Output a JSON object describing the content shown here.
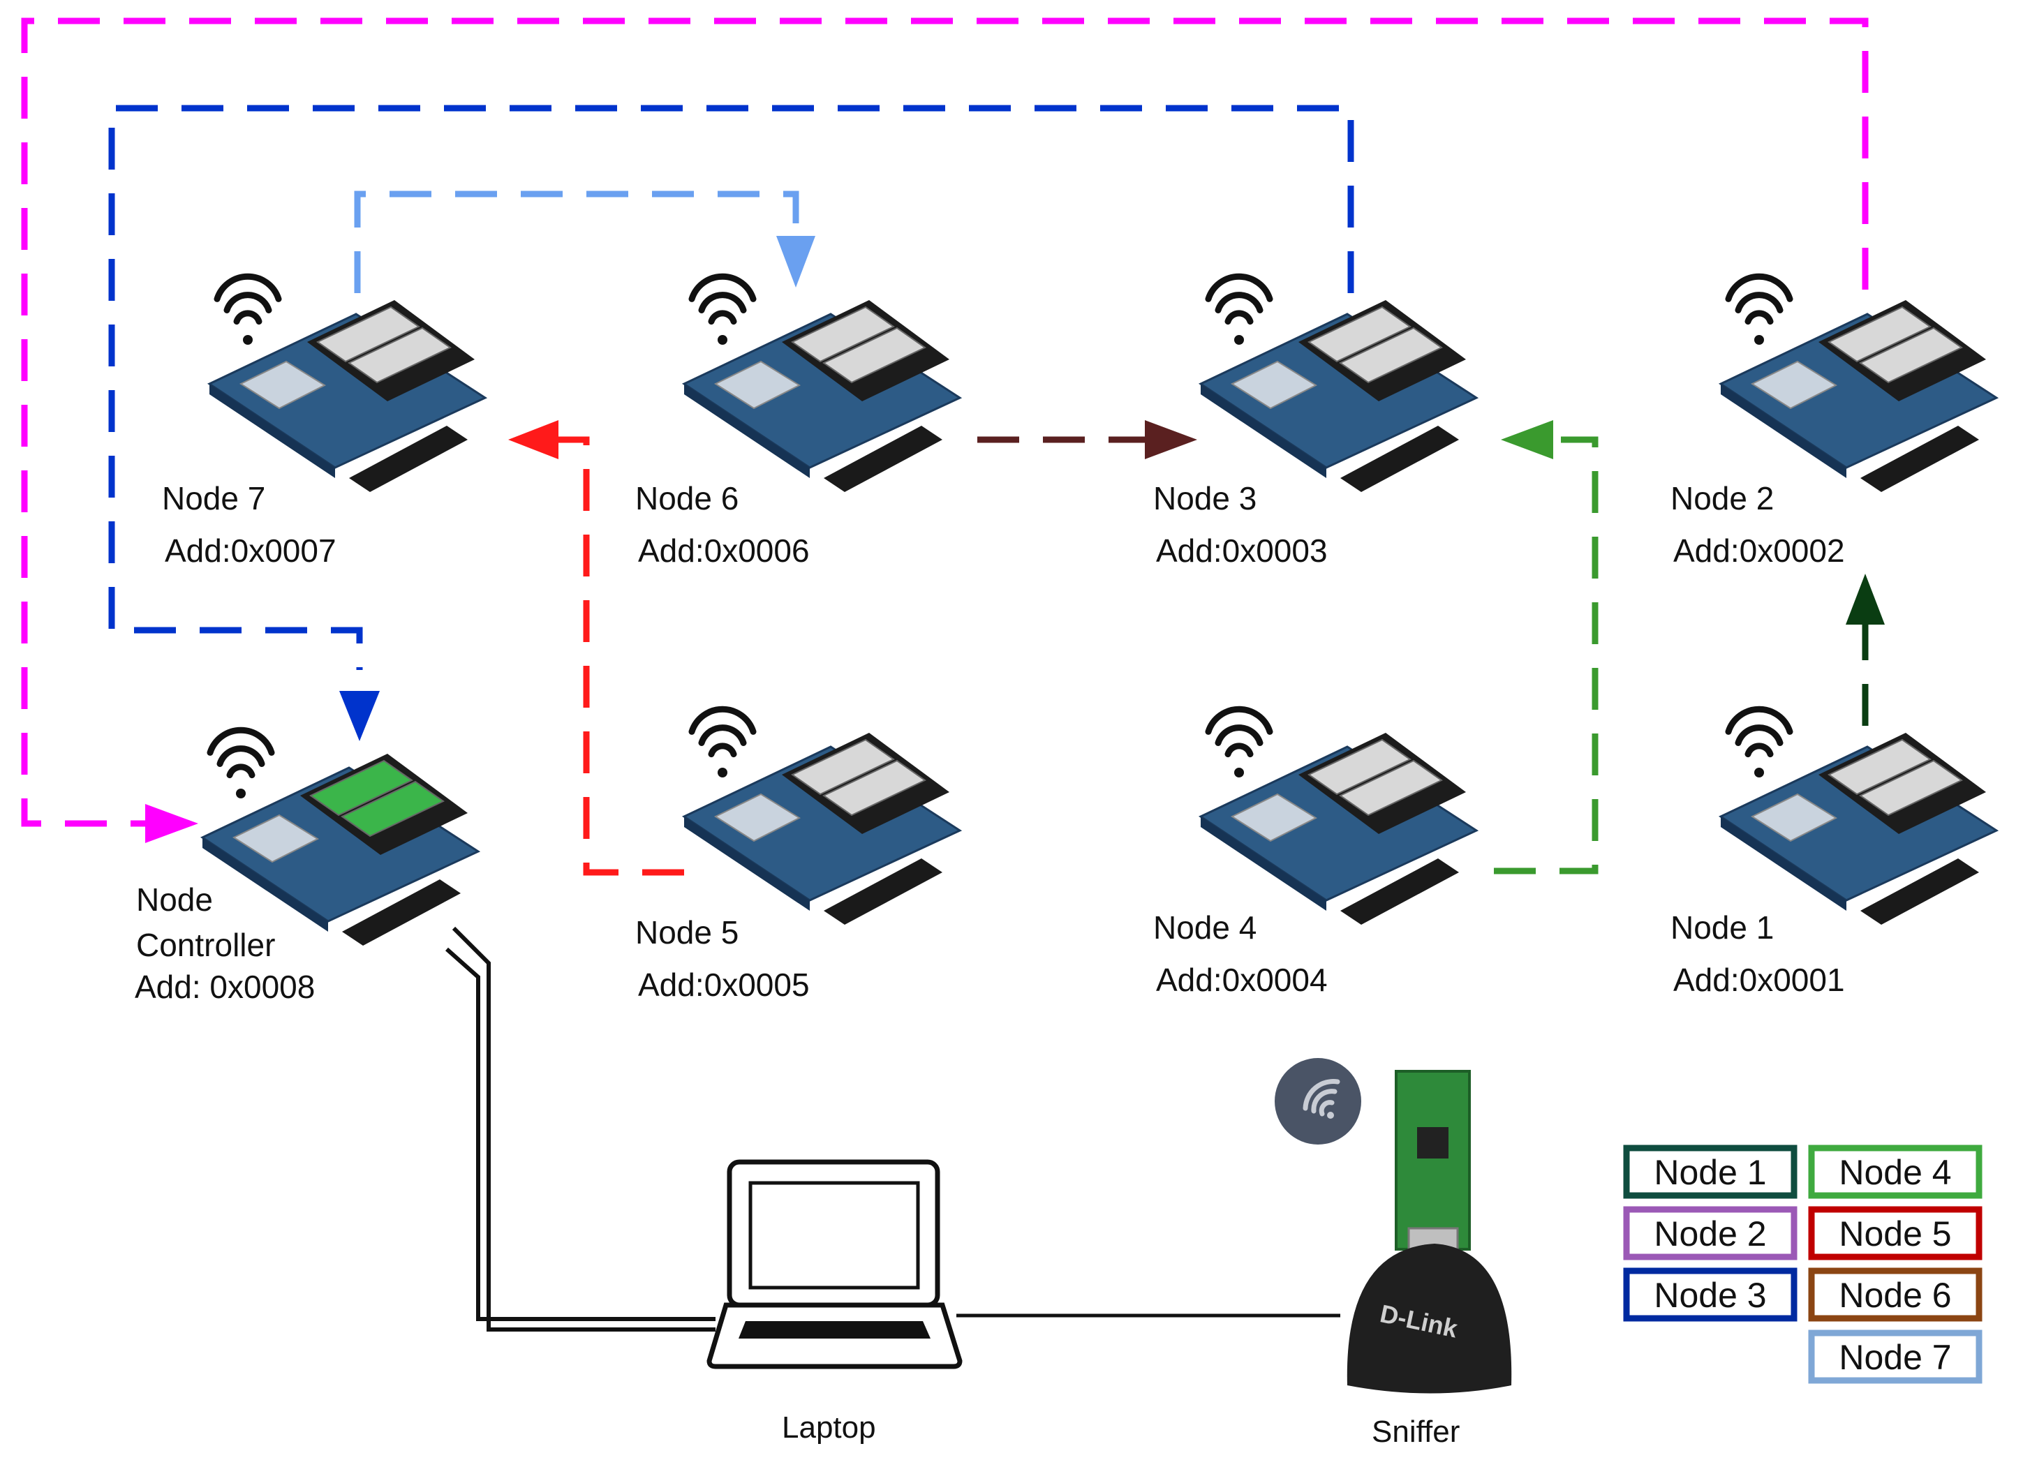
{
  "nodes": [
    {
      "id": "node7",
      "name": "Node 7",
      "address": "Add:0x0007"
    },
    {
      "id": "node6",
      "name": "Node 6",
      "address": "Add:0x0006"
    },
    {
      "id": "node3",
      "name": "Node 3",
      "address": "Add:0x0003"
    },
    {
      "id": "node2",
      "name": "Node 2",
      "address": "Add:0x0002"
    },
    {
      "id": "node5",
      "name": "Node 5",
      "address": "Add:0x0005"
    },
    {
      "id": "node4",
      "name": "Node 4",
      "address": "Add:0x0004"
    },
    {
      "id": "node1",
      "name": "Node 1",
      "address": "Add:0x0001"
    }
  ],
  "controller": {
    "line1": "Node",
    "line2": "Controller",
    "address": "Add: 0x0008"
  },
  "devices": {
    "laptop": "Laptop",
    "sniffer": "Sniffer",
    "sniffer_brand": "D-Link"
  },
  "legend": [
    {
      "label": "Node 1",
      "color": "#0f4d3f"
    },
    {
      "label": "Node 4",
      "color": "#3faa3f"
    },
    {
      "label": "Node 2",
      "color": "#9b59b6"
    },
    {
      "label": "Node 5",
      "color": "#c00000"
    },
    {
      "label": "Node 3",
      "color": "#002aa0"
    },
    {
      "label": "Node 6",
      "color": "#8b4513"
    },
    {
      "label": "Node 7",
      "color": "#7fa7d6"
    }
  ],
  "path_colors": {
    "node1": "#0a3d12",
    "node2": "#ff00ff",
    "node3": "#0033cc",
    "node4": "#3a9a2e",
    "node5": "#ff1a1a",
    "node6": "#5a2020",
    "node7": "#6aa0f0"
  }
}
